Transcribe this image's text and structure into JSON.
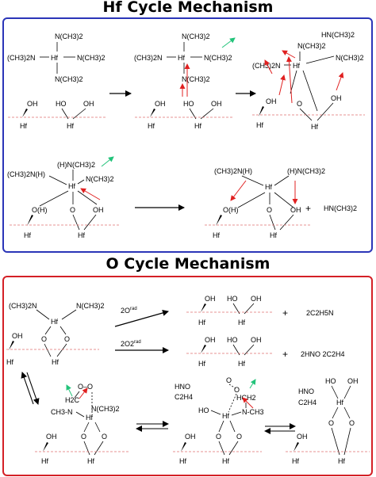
{
  "hf_title": "Hf Cycle Mechanism",
  "o_title": "O Cycle Mechanism",
  "colors": {
    "hf_border": "#2b35b8",
    "o_border": "#d42026",
    "surface_line": "#e07070",
    "red_arrow": "#e02020",
    "green_arrow": "#22c37a",
    "black": "#000000"
  },
  "labels": {
    "hf": "Hf",
    "oh": "OH",
    "ho": "HO",
    "o": "O",
    "o_h_paren": "O(H)",
    "nme2": "N(CH3)2",
    "me2n": "(CH3)2N",
    "me2nh_paren": "(CH3)2N(H)",
    "h_nme2_paren": "(H)N(CH3)2",
    "hnme2": "HN(CH3)2",
    "plus": "+",
    "o_rad": "2O",
    "o_rad_sup": "rad",
    "o2_rad": "2O2",
    "o2_rad_sup": "rad",
    "c2h5n": "2C2H5N",
    "hno_c2h4": "2HNO  2C2H4",
    "hno": "HNO",
    "c2h4": "C2H4",
    "ch3n": "CH3-N",
    "h2c": "H2C",
    "hch2": "HCH2",
    "nch3": "N-CH3",
    "oo": "O–O",
    "o_dot": "O"
  }
}
